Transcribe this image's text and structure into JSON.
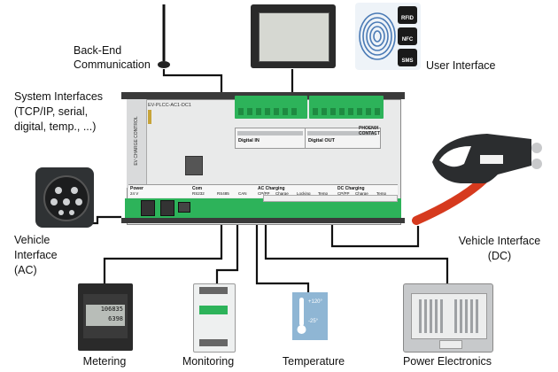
{
  "labels": {
    "backend": [
      "Back-End",
      "Communication"
    ],
    "user_interface": "User Interface",
    "system_interfaces": [
      "System Interfaces",
      "(TCP/IP, serial,",
      "digital, temp., ...)"
    ],
    "vehicle_ac": [
      "Vehicle",
      "Interface",
      "(AC)"
    ],
    "vehicle_dc": [
      "Vehicle Interface",
      "(DC)"
    ],
    "metering": "Metering",
    "monitoring": "Monitoring",
    "temperature": "Temperature",
    "power_electronics": "Power Electronics"
  },
  "controller": {
    "model": "EV-PLCC-AC1-DC1",
    "side_label": "EV CHARGE CONTROL",
    "digital_in": "Digital IN",
    "digital_out": "Digital OUT",
    "brand": [
      "PHOENIX",
      "CONTACT"
    ],
    "groups": {
      "power": "Power",
      "power_sub": "24 V",
      "com": "Com",
      "com_sub": [
        "RS232",
        "RS485",
        "CAN"
      ],
      "ac": "AC Charging",
      "ac_sub": [
        "CP/PP",
        "Charge",
        "Locking",
        "Temp"
      ],
      "dc": "DC Charging",
      "dc_sub": [
        "CP/PP",
        "Charge",
        "Temp"
      ]
    }
  },
  "rfid_tags": [
    "RFID",
    "NFC",
    "SMS"
  ],
  "temperature_readouts": [
    "+120°",
    "-25°"
  ],
  "meter_readout": [
    "106835",
    "6398"
  ],
  "colors": {
    "cable_red": "#d63a1e",
    "terminal_green": "#2db35a",
    "line": "#111111"
  }
}
